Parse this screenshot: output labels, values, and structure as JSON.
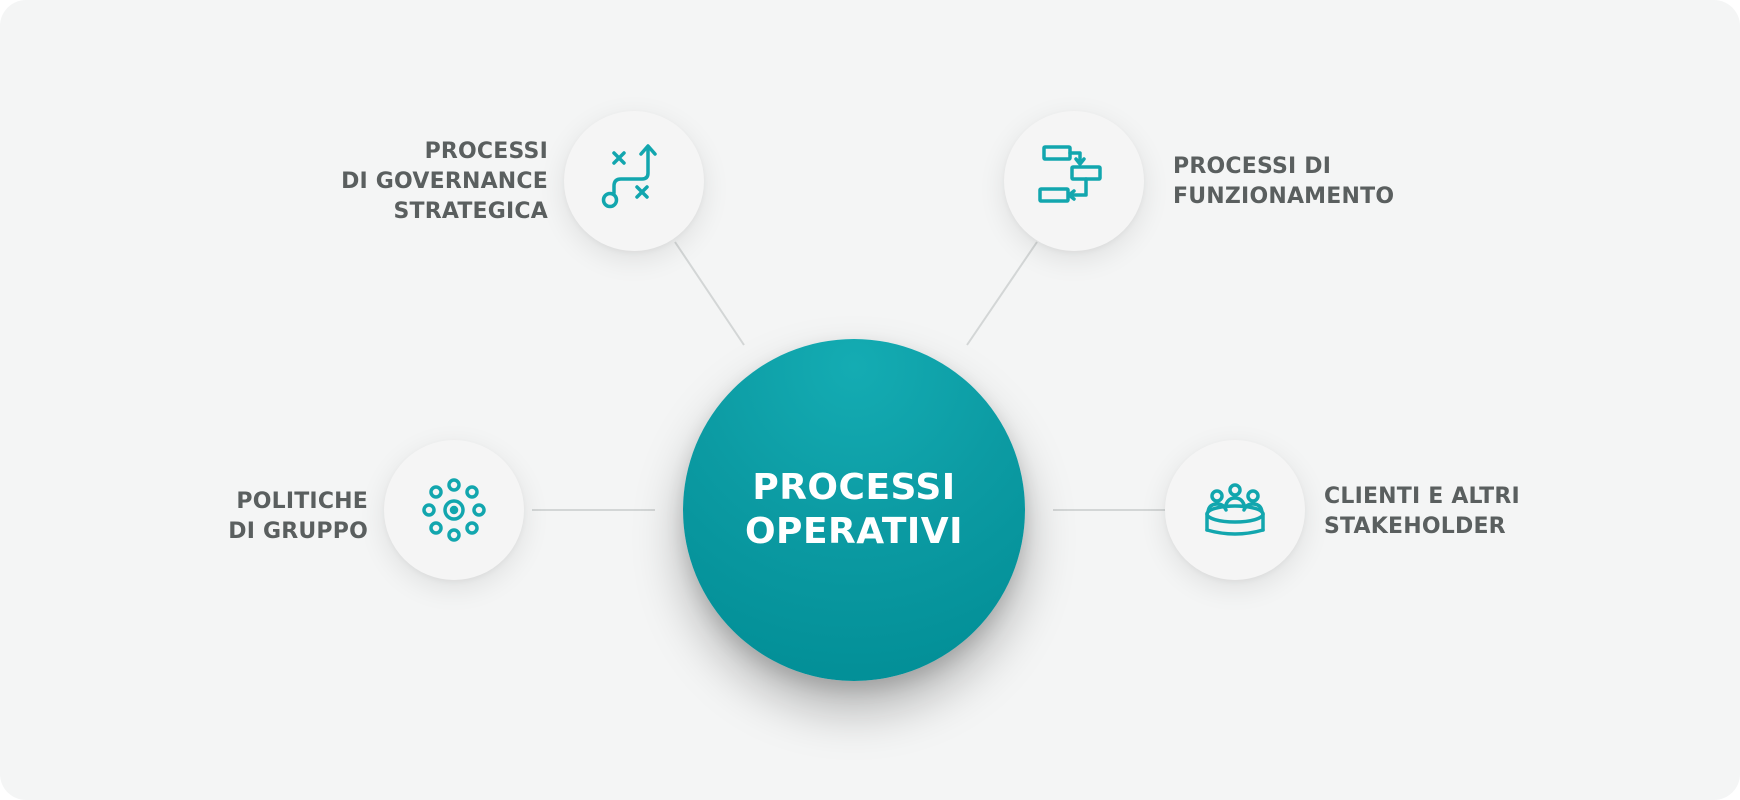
{
  "center": {
    "title": "PROCESSI\nOPERATIVI"
  },
  "nodes": [
    {
      "id": "governance",
      "label": "PROCESSI\nDI GOVERNANCE\nSTRATEGICA",
      "icon": "strategy-play-icon"
    },
    {
      "id": "funzionamento",
      "label": "PROCESSI DI\nFUNZIONAMENTO",
      "icon": "flowchart-icon"
    },
    {
      "id": "politiche",
      "label": "POLITICHE\nDI GRUPPO",
      "icon": "group-network-icon"
    },
    {
      "id": "clienti",
      "label": "CLIENTI E ALTRI\nSTAKEHOLDER",
      "icon": "meeting-table-icon"
    }
  ],
  "colors": {
    "accent": "#0c9ba3",
    "icon": "#12a6ae",
    "label": "#5a5f5f",
    "background": "#f4f5f5",
    "connector": "#d3d6d6"
  }
}
